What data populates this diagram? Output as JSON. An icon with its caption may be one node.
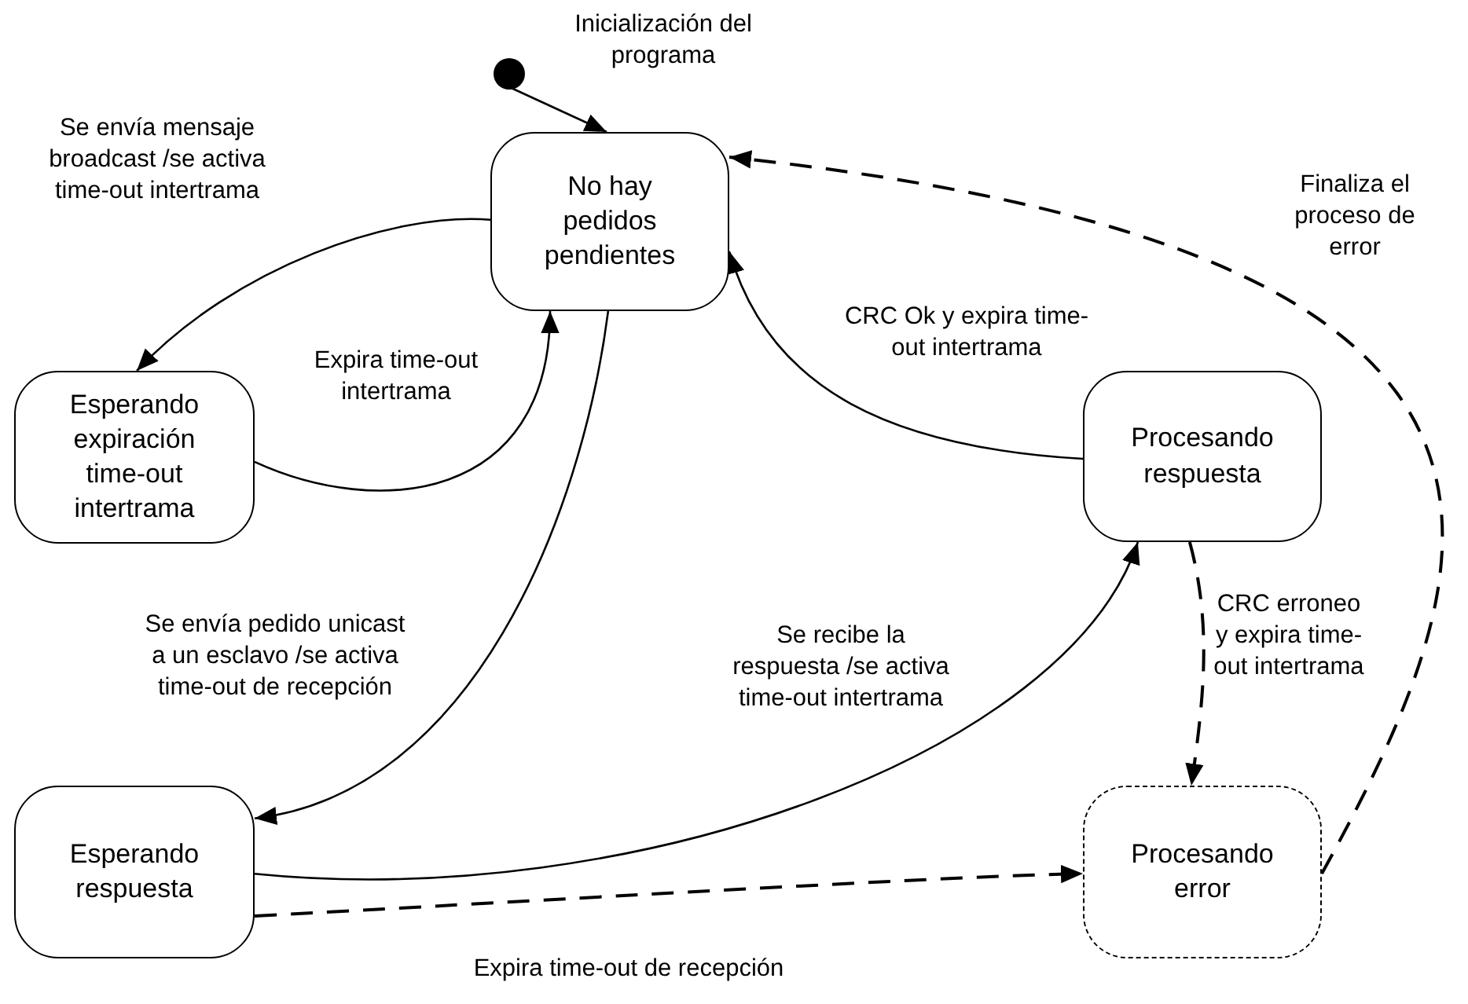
{
  "diagram": {
    "nodes": [
      {
        "text": [],
        "shape": "circle"
      },
      {
        "text": [
          "No hay pedidos pendientes"
        ]
      },
      {
        "text": [
          "Esperando expiración time-out intertrama"
        ]
      },
      {
        "text": [
          "Procesando respuesta"
        ]
      },
      {
        "text": [
          "Esperando respuesta"
        ]
      },
      {
        "text": [
          "Procesando error"
        ]
      }
    ],
    "edges": [
      {
        "from": 0,
        "to": 1,
        "arrow": "to",
        "label": "Inicialización del programa"
      },
      {
        "from": 1,
        "to": 2,
        "arrow": "to",
        "label": "Se envía mensaje broadcast /se activa time-out intertrama"
      },
      {
        "from": 2,
        "to": 1,
        "arrow": "to",
        "label": "Expira time-out intertrama"
      },
      {
        "from": 1,
        "to": 4,
        "arrow": "to",
        "label": "Se envía pedido unicast a un esclavo /se activa time-out de recepción"
      },
      {
        "from": 4,
        "to": 3,
        "arrow": "to",
        "label": "Se recibe la respuesta /se activa time-out intertrama"
      },
      {
        "from": 3,
        "to": 1,
        "arrow": "to",
        "label": "CRC Ok y expira time-out intertrama"
      },
      {
        "from": 3,
        "to": 5,
        "arrow": "to",
        "label": "CRC erroneo y expira time-out intertrama",
        "style": "dashed"
      },
      {
        "from": 4,
        "to": 5,
        "arrow": "to",
        "label": "Expira time-out de recepción",
        "style": "dashed"
      },
      {
        "from": 5,
        "to": 1,
        "arrow": "to",
        "label": "Finaliza el proceso de error",
        "style": "dashed"
      }
    ]
  }
}
